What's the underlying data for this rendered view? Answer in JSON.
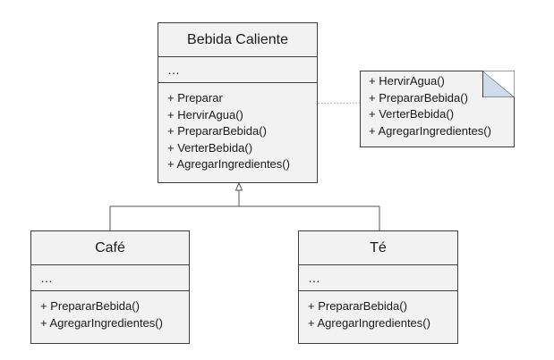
{
  "classes": {
    "bebida": {
      "name": "Bebida Caliente",
      "attributes": "…",
      "operations": [
        "+ Preparar",
        "+ HervirAgua()",
        "+ PrepararBebida()",
        "+ VerterBebida()",
        "+ AgregarIngredientes()"
      ]
    },
    "cafe": {
      "name": "Café",
      "attributes": "…",
      "operations": [
        "+ PrepararBebida()",
        "+ AgregarIngredientes()"
      ]
    },
    "te": {
      "name": "Té",
      "attributes": "…",
      "operations": [
        "+ PrepararBebida()",
        "+ AgregarIngredientes()"
      ]
    }
  },
  "note": {
    "lines": [
      "+ HervirAgua()",
      "+ PrepararBebida()",
      "+ VerterBebida()",
      "+ AgregarIngredientes()"
    ],
    "fold_color": "#cfdcec"
  },
  "relationships": [
    {
      "type": "generalization",
      "from": "Café",
      "to": "Bebida Caliente"
    },
    {
      "type": "generalization",
      "from": "Té",
      "to": "Bebida Caliente"
    },
    {
      "type": "note-anchor",
      "from": "+ Preparar",
      "to": "note"
    }
  ]
}
